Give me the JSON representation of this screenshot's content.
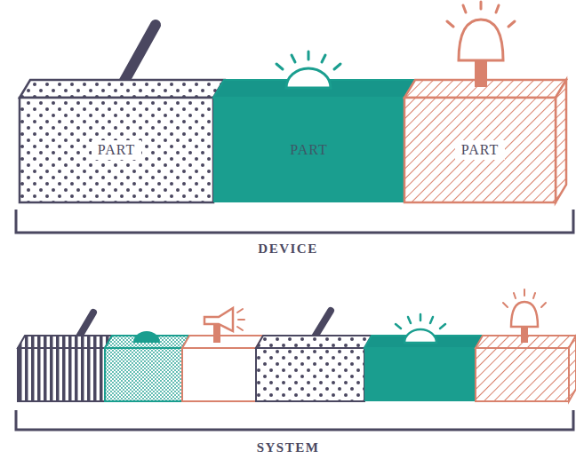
{
  "diagram": {
    "nodes": [
      {
        "text": [
          "PART"
        ]
      },
      {
        "text": [
          "PART"
        ]
      },
      {
        "text": [
          "PART"
        ]
      }
    ],
    "labels": [
      "DEVICE",
      "SYSTEM"
    ]
  }
}
